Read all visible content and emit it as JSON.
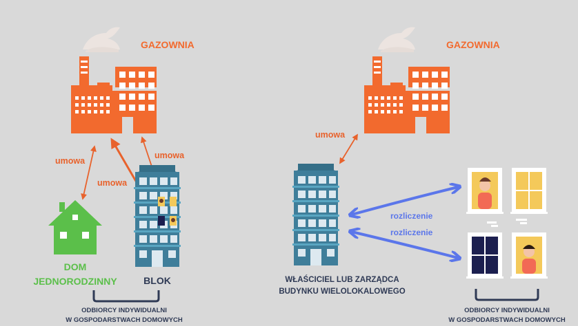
{
  "colors": {
    "background": "#d9d9d9",
    "factory": "#f26a2e",
    "factory_window": "#ffffff",
    "smoke": "#ece4e0",
    "house": "#5bbf4a",
    "building": "#3f7e9a",
    "building_top": "#356f88",
    "building_window": "#dde9f0",
    "blue_arrow": "#5b76ea",
    "orange_arrow": "#e8622c",
    "brace": "#2f3a55",
    "text_dark": "#2f3a55",
    "text_green": "#5bbf4a",
    "window_frame": "#ffffff",
    "window_glass_yellow": "#f4c95a",
    "window_glass_dark": "#1c1f4f"
  },
  "left": {
    "plant_label": "GAZOWNIA",
    "contract_labels": [
      "umowa",
      "umowa",
      "umowa"
    ],
    "house_label_line1": "DOM",
    "house_label_line2": "JEDNORODZINNY",
    "block_label": "BLOK",
    "consumers_line1": "ODBIORCY INDYWIDUALNI",
    "consumers_line2": "W GOSPODARSTWACH DOMOWYCH",
    "icons": [
      "factory-icon",
      "house-icon",
      "apartment-block-icon"
    ]
  },
  "right": {
    "plant_label": "GAZOWNIA",
    "contract_label": "umowa",
    "settlement_labels": [
      "rozliczenie",
      "rozliczenie"
    ],
    "owner_line1": "WŁAŚCICIEL LUB ZARZĄDCA",
    "owner_line2": "BUDYNKU WIELOLOKALOWEGO",
    "consumers_line1": "ODBIORCY INDYWIDUALNI",
    "consumers_line2": "W GOSPODARSTWACH DOMOWYCH",
    "icons": [
      "factory-icon",
      "apartment-block-icon",
      "window-icon"
    ]
  }
}
